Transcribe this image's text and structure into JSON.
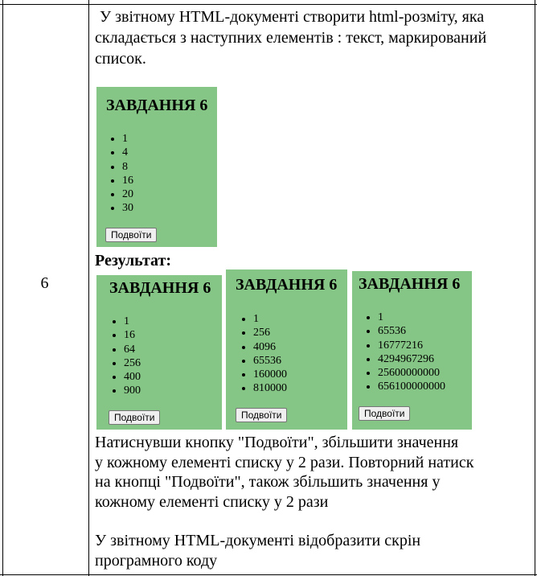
{
  "row_number": "6",
  "task_text": "У звітному HTML-документі створити html-розміту, яка складається з наступних елементів : текст, маркирований список.",
  "example": {
    "heading": "ЗАВДАННЯ 6",
    "items": [
      "1",
      "4",
      "8",
      "16",
      "20",
      "30"
    ],
    "button": "Подвоїти"
  },
  "result_label": "Результат:",
  "results": [
    {
      "heading": "ЗАВДАННЯ 6",
      "items": [
        "1",
        "16",
        "64",
        "256",
        "400",
        "900"
      ],
      "button": "Подвоїти"
    },
    {
      "heading": "ЗАВДАННЯ 6",
      "items": [
        "1",
        "256",
        "4096",
        "65536",
        "160000",
        "810000"
      ],
      "button": "Подвоїти"
    },
    {
      "heading": "ЗАВДАННЯ 6",
      "items": [
        "1",
        "65536",
        "16777216",
        "4294967296",
        "25600000000",
        "656100000000"
      ],
      "button": "Подвоїти"
    }
  ],
  "description_lines": [
    "Натиснувши кнопку \"Подвоїти\", збільшити значення",
    "у кожному елементі списку у 2 рази. Повторний натиск",
    "на  кнопці \"Подвоїти\", також збільшить значення у",
    "кожному елементі списку у 2 рази"
  ],
  "footer_text": "У звітному HTML-документі  відобразити скрін програмного коду",
  "colors": {
    "panel_green": "#85c585"
  }
}
